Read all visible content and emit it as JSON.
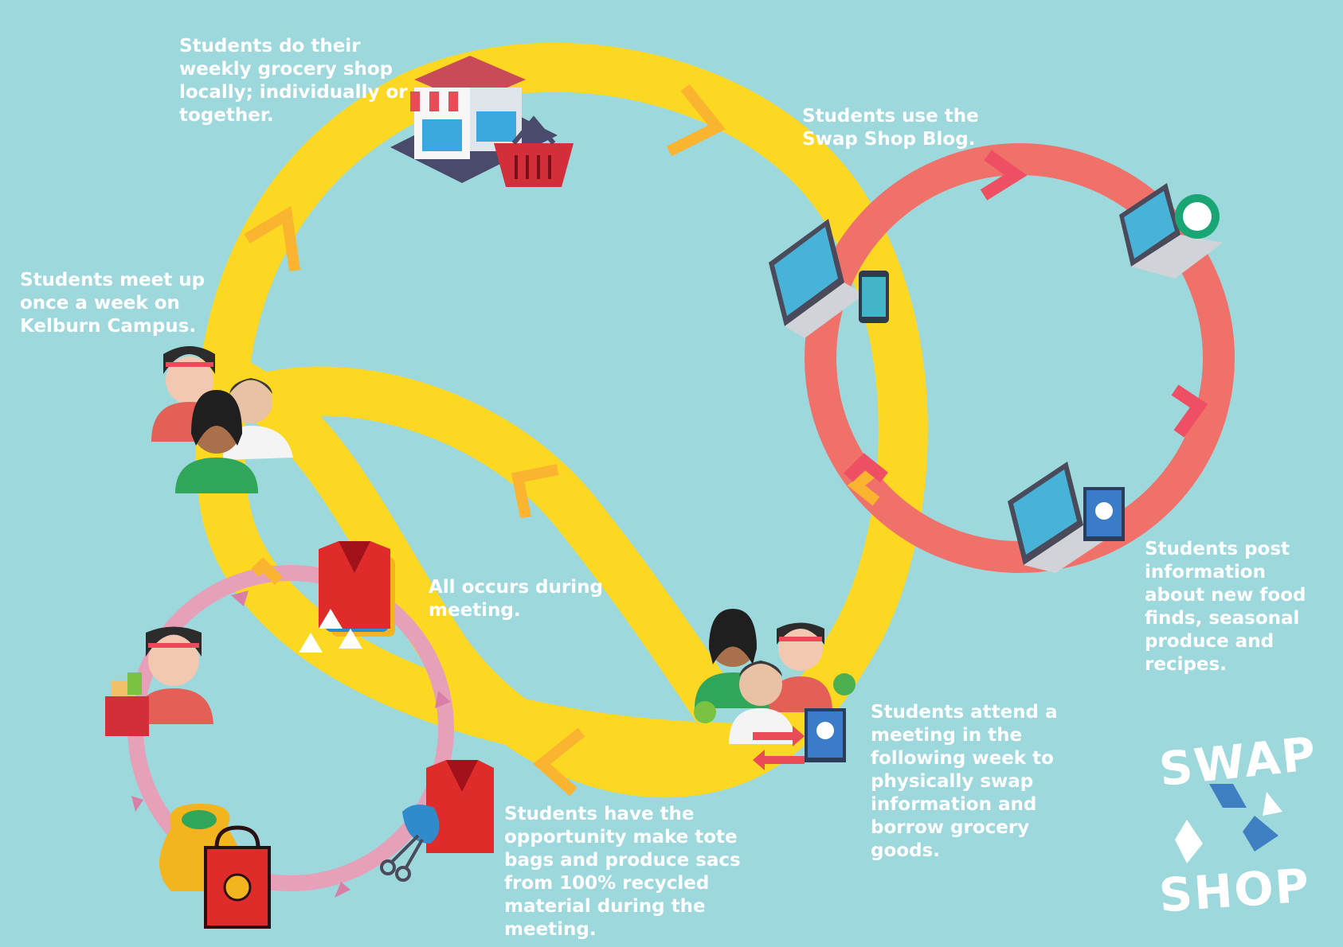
{
  "labels": {
    "grocery_shop": "Students do their weekly grocery shop locally; individually or together.",
    "swap_blog": "Students use the Swap Shop Blog.",
    "meet_up": "Students meet up once a week on Kelburn Campus.",
    "all_occurs": "All occurs during meeting.",
    "post_info": "Students post information about new food finds, seasonal produce and recipes.",
    "attend_meeting": "Students attend a meeting in the following week to physically swap information and borrow grocery goods.",
    "tote_bags": "Students have the opportunity make tote bags and produce sacs from 100% recycled material during the meeting."
  },
  "logo": {
    "top_word": "SWAP",
    "bottom_word": "SHOP"
  },
  "colors": {
    "background": "#9dd8dc",
    "yellow_loop": "#fcd823",
    "yellow_arrow": "#fbb430",
    "coral_loop": "#f0706a",
    "coral_arrow": "#ee4f63",
    "pink_loop": "#e6a0b8",
    "pink_arrow": "#d97fa7",
    "logo_blue": "#3e7fc1"
  },
  "icons": [
    "store-icon",
    "basket-icon",
    "laptop-icon",
    "phone-icon",
    "chat-bubble-icon",
    "recipe-book-icon",
    "students-group-icon",
    "shirt-icon",
    "recycle-icon",
    "grocery-bag-icon",
    "tote-bag-icon",
    "produce-sack-icon",
    "scissors-icon",
    "fabric-icon",
    "swap-arrows-icon",
    "recycle-logo-icon"
  ]
}
